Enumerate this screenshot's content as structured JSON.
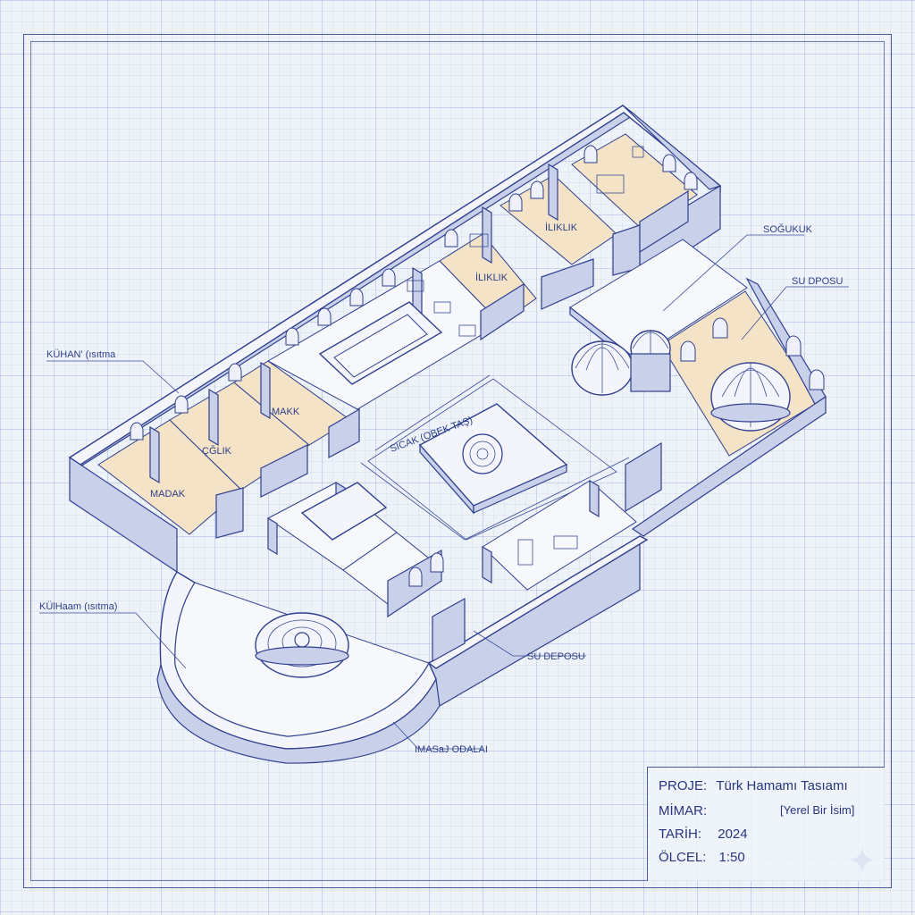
{
  "labels": {
    "kulhan_top": "KÜHAN' (ısıtma",
    "soguklu": "SOĞUKUK",
    "su_deposu_top": "SU DPOSU",
    "ilik_1": "İLIKLIK",
    "ilik_2": "İLIKLIK",
    "mkk": "MAKK",
    "celik": "ÇĞLIK",
    "madak": "MADAK",
    "sicaklik": "SICAK (OBEK TAŞ)",
    "kulhan_bottom": "KÜlHaam (ısıtma)",
    "su_deposu_bottom": "SU DEPOSU",
    "masaj": "IMASaJ ODALAI"
  },
  "title_block": {
    "project_key": "PROJE:",
    "project_val": "Türk Hamamı Tasıamı",
    "architect_key": "MİMAR:",
    "architect_val": "[Yerel Bir İsim]",
    "date_key": "TARİH:",
    "date_val": "2024",
    "scale_key": "ÖLCEL:",
    "scale_val": "1:50"
  },
  "colors": {
    "ink": "#2f3f8e",
    "paper": "#eef3f9",
    "warm_floor": "#f4e3c6"
  }
}
